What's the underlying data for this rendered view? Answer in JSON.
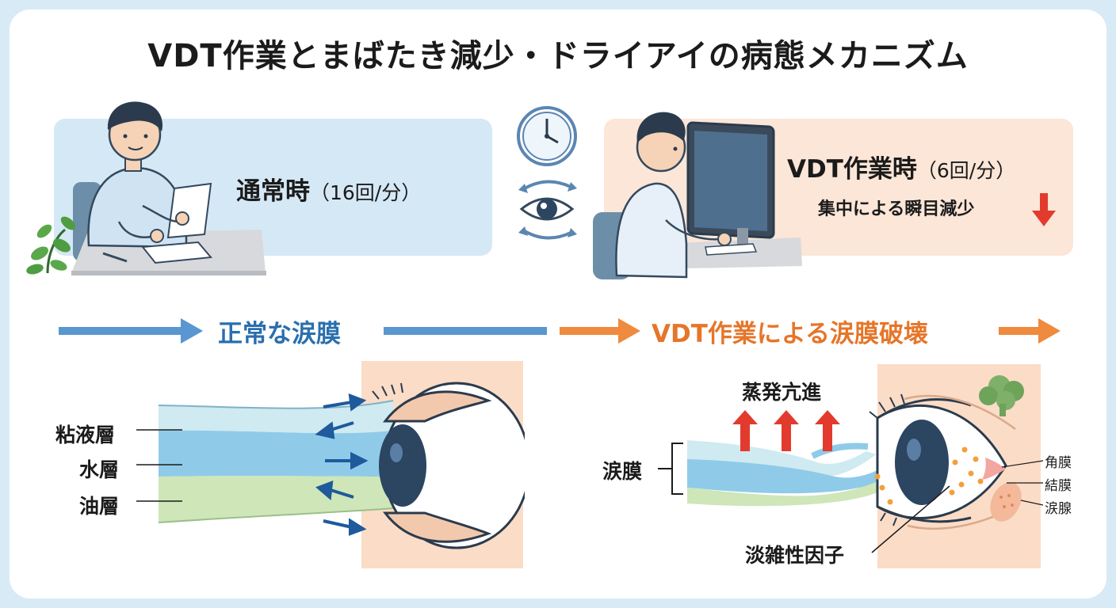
{
  "title": "VDT作業とまばたき減少・ドライアイの病態メカニズム",
  "normal": {
    "label": "通常時",
    "rate": "（16回/分）"
  },
  "vdt": {
    "label": "VDT作業時",
    "rate": "（6回/分）",
    "sub": "集中による瞬目減少"
  },
  "sections": {
    "normal": "正常な涙膜",
    "vdt": "VDT作業による涙膜破壊"
  },
  "layers": [
    "粘液層",
    "水層",
    "油層"
  ],
  "vdt_labels": {
    "evaporation": "蒸発亢進",
    "tear_film": "涙膜",
    "factor": "淡雑性因子",
    "cornea": "角膜",
    "conjunctiva": "結膜",
    "lacrimal": "涙腺"
  },
  "colors": {
    "normal_panel": "#d5e8f5",
    "vdt_panel": "#fbe6d8",
    "blue_accent": "#2a6fae",
    "orange_accent": "#e5762a",
    "red_arrow": "#e23b2e"
  }
}
